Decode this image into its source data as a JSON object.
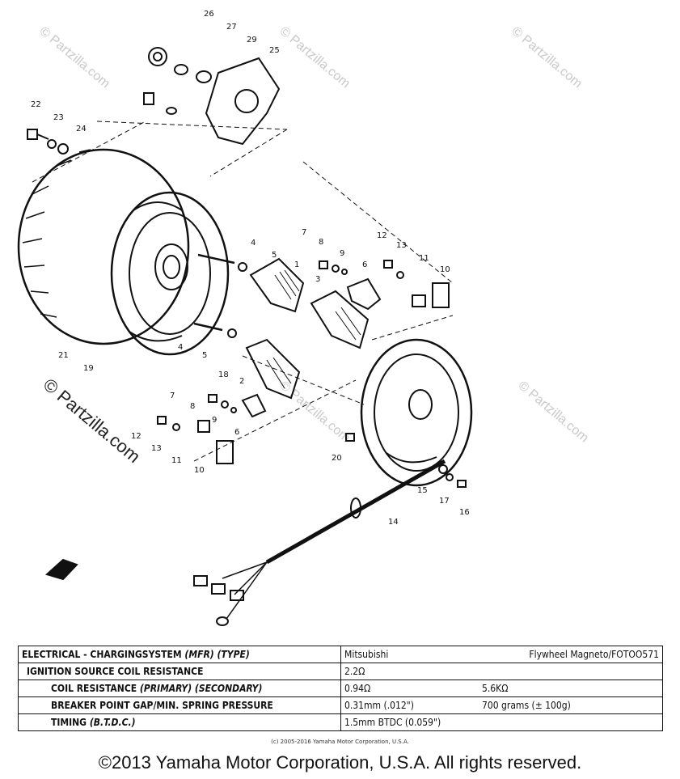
{
  "watermark": {
    "text": "© Partzilla.com",
    "text_large": "© Partzilla.com"
  },
  "callouts": [
    "26",
    "27",
    "29",
    "25",
    "22",
    "23",
    "24",
    "7",
    "8",
    "9",
    "12",
    "13",
    "11",
    "10",
    "4",
    "5",
    "1",
    "3",
    "6",
    "21",
    "19",
    "4",
    "5",
    "18",
    "2",
    "7",
    "8",
    "9",
    "6",
    "12",
    "13",
    "11",
    "10",
    "20",
    "15",
    "17",
    "16",
    "14"
  ],
  "table": {
    "rows": [
      {
        "label": "ELECTRICAL - CHARGINGSYSTEM",
        "label_em": "(MFR) (TYPE)",
        "value_a": "Mitsubishi",
        "value_b": "Flywheel Magneto/FOTOO571"
      },
      {
        "label": "IGNITION SOURCE COIL RESISTANCE",
        "label_em": "",
        "value_a": "2.2Ω",
        "value_b": ""
      },
      {
        "label": "COIL RESISTANCE",
        "label_em": "(PRIMARY) (SECONDARY)",
        "value_a": "0.94Ω",
        "value_b": "5.6KΩ"
      },
      {
        "label": "BREAKER POINT GAP/MIN. SPRING PRESSURE",
        "label_em": "",
        "value_a": "0.31mm (.012\")",
        "value_b": "700 grams (± 100g)"
      },
      {
        "label": "TIMING",
        "label_em": "(B.T.D.C.)",
        "value_a": "1.5mm BTDC (0.059\")",
        "value_b": ""
      }
    ]
  },
  "small_copyright": "(c) 2005-2016 Yamaha Motor Corporation, U.S.A.",
  "copyright": "©2013 Yamaha Motor Corporation, U.S.A. All rights reserved."
}
